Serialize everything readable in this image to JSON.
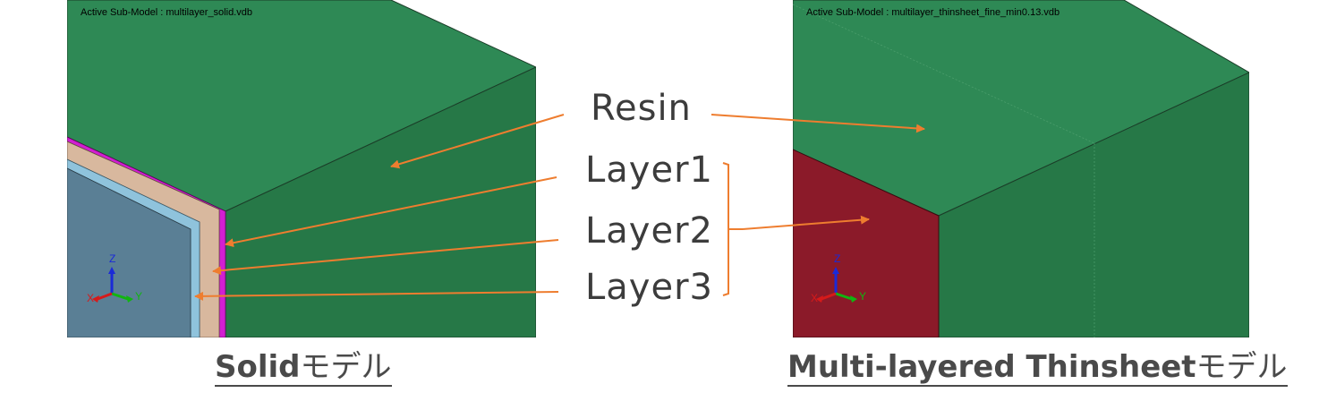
{
  "left_view": {
    "sub_model": "Active Sub-Model : multilayer_solid.vdb",
    "axis": {
      "x": "X",
      "y": "Y",
      "z": "Z"
    }
  },
  "right_view": {
    "sub_model": "Active Sub-Model : multilayer_thinsheet_fine_min0.13.vdb",
    "axis": {
      "x": "X",
      "y": "Y",
      "z": "Z"
    }
  },
  "labels": {
    "resin": "Resin",
    "layer1": "Layer1",
    "layer2": "Layer2",
    "layer3": "Layer3"
  },
  "captions": {
    "left_bold": "Solid",
    "left_suffix": "モデル",
    "right_bold": "Multi-layered Thinsheet",
    "right_suffix": "モデル"
  },
  "colors": {
    "resin_top": "#2e8955",
    "resin_side": "#267847",
    "layer_magenta": "#d21ed2",
    "layer_beige": "#d8b89e",
    "layer_lightblue": "#8fc3dc",
    "core_blue": "#5a7f95",
    "thinsheet_red": "#8b1a29",
    "arrow_orange": "#ee7d2f"
  }
}
